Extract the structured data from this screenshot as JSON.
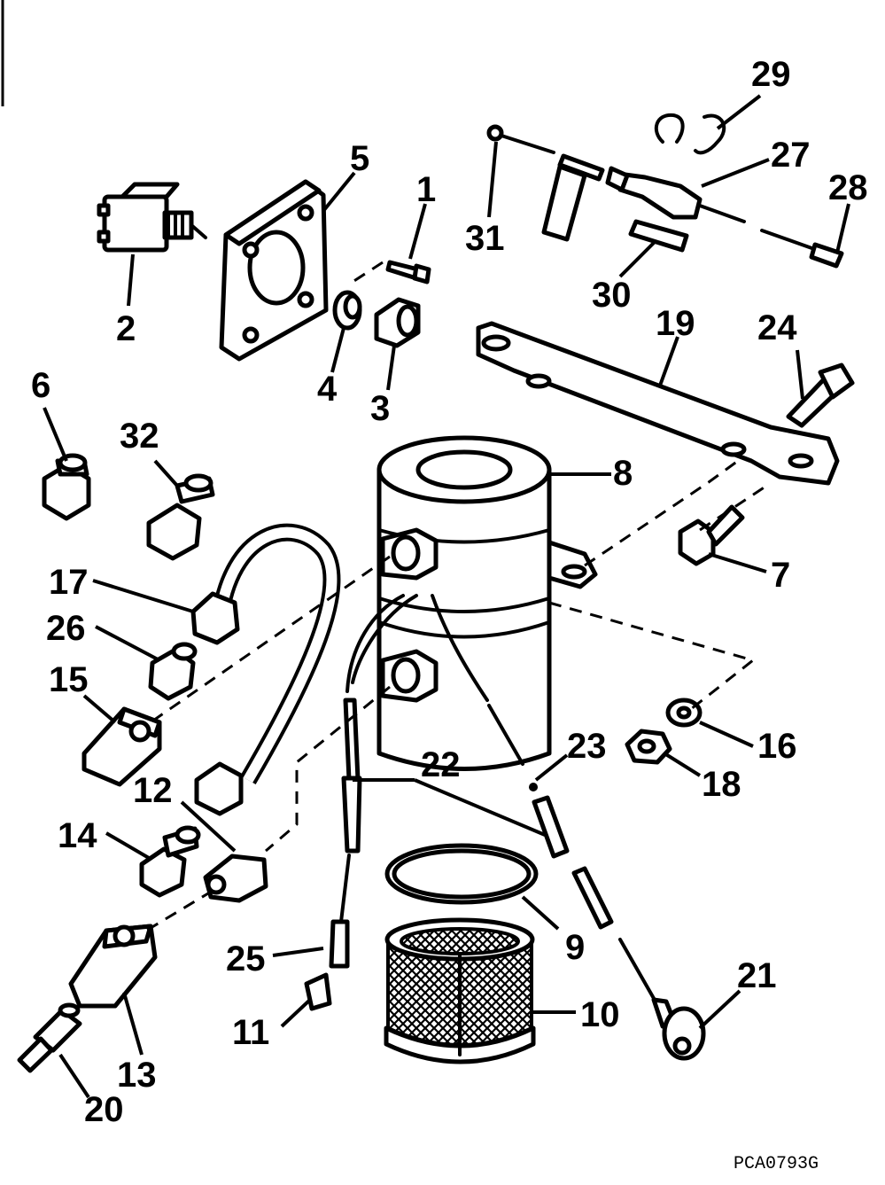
{
  "figure_code": "PCA0793G",
  "callouts": {
    "c1": "1",
    "c2": "2",
    "c3": "3",
    "c4": "4",
    "c5": "5",
    "c6": "6",
    "c7": "7",
    "c8": "8",
    "c9": "9",
    "c10": "10",
    "c11": "11",
    "c12": "12",
    "c13": "13",
    "c14": "14",
    "c15": "15",
    "c16": "16",
    "c17": "17",
    "c18": "18",
    "c19": "19",
    "c20": "20",
    "c21": "21",
    "c22": "22",
    "c23": "23",
    "c24": "24",
    "c25": "25",
    "c26": "26",
    "c27": "27",
    "c28": "28",
    "c29": "29",
    "c30": "30",
    "c31": "31",
    "c32": "32"
  }
}
